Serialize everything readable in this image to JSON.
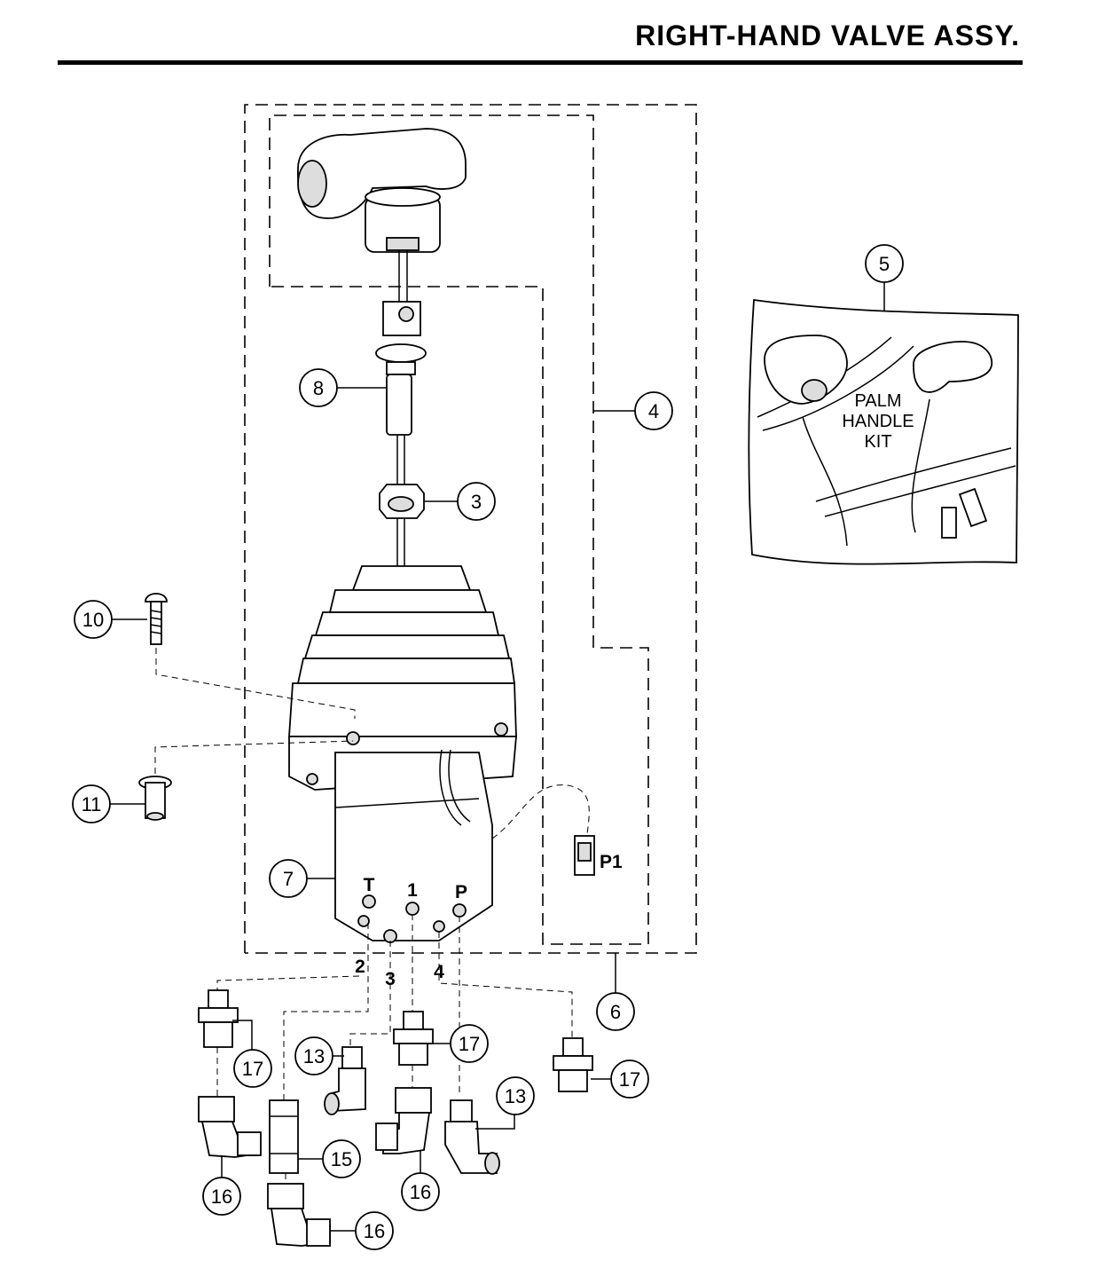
{
  "title": "RIGHT-HAND VALVE ASSY.",
  "kit_label": [
    "PALM",
    "HANDLE",
    "KIT"
  ],
  "connector_label": "P1",
  "ports": {
    "top": [
      "T",
      "1",
      "P"
    ],
    "bottom": [
      "2",
      "3",
      "4"
    ]
  },
  "callouts": [
    {
      "id": "c5",
      "label": "5"
    },
    {
      "id": "c4",
      "label": "4"
    },
    {
      "id": "c8",
      "label": "8"
    },
    {
      "id": "c3",
      "label": "3"
    },
    {
      "id": "c10",
      "label": "10"
    },
    {
      "id": "c11",
      "label": "11"
    },
    {
      "id": "c7",
      "label": "7"
    },
    {
      "id": "c6",
      "label": "6"
    },
    {
      "id": "c17a",
      "label": "17"
    },
    {
      "id": "c13a",
      "label": "13"
    },
    {
      "id": "c17b",
      "label": "17"
    },
    {
      "id": "c17c",
      "label": "17"
    },
    {
      "id": "c13b",
      "label": "13"
    },
    {
      "id": "c15",
      "label": "15"
    },
    {
      "id": "c16a",
      "label": "16"
    },
    {
      "id": "c16b",
      "label": "16"
    },
    {
      "id": "c16c",
      "label": "16"
    }
  ]
}
